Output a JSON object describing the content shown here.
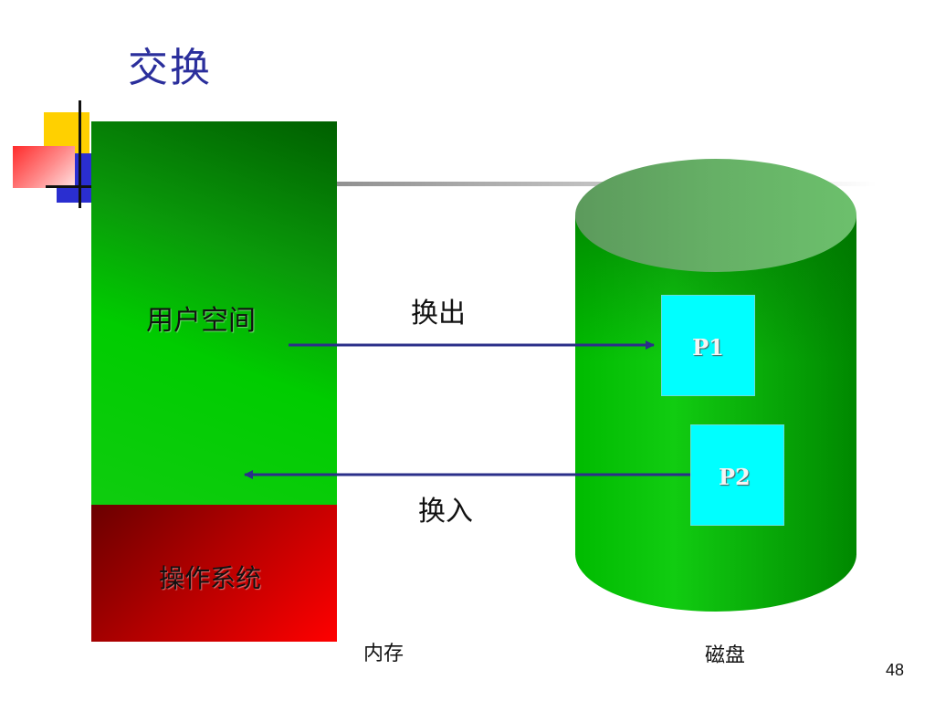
{
  "title": "交换",
  "memory": {
    "user_space_label": "用户空间",
    "os_label": "操作系统",
    "caption": "内存",
    "colors": {
      "user_space": "#00cc00",
      "os": "#ff0000"
    }
  },
  "disk": {
    "caption": "磁盘",
    "color": "#00bb00",
    "processes": [
      {
        "label": "P1",
        "color": "#00ffff"
      },
      {
        "label": "P2",
        "color": "#00ffff"
      }
    ]
  },
  "arrows": {
    "swap_out_label": "换出",
    "swap_in_label": "换入",
    "color": "#2b2f8a"
  },
  "page_number": "48"
}
